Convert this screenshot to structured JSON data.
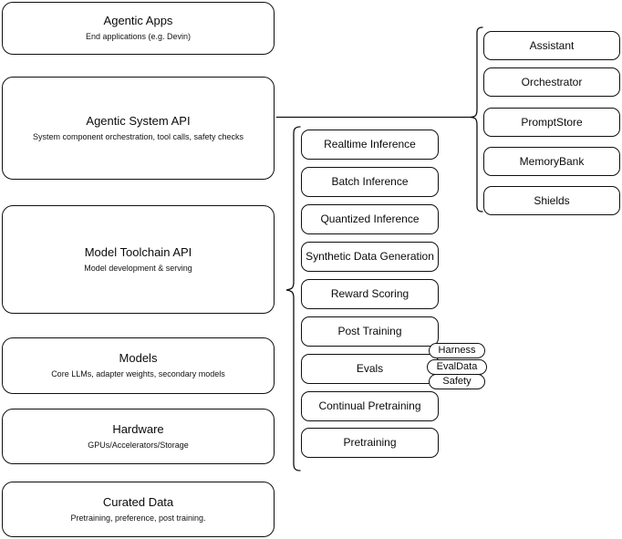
{
  "diagram": {
    "title": "AI stack layered architecture diagram",
    "stroke_color": "#0f0f0f",
    "background_color": "#ffffff"
  },
  "stack_layers": [
    {
      "name": "agentic-apps",
      "title": "Agentic Apps",
      "subtitle": "End applications (e.g. Devin)"
    },
    {
      "name": "agentic-system-api",
      "title": "Agentic System API",
      "subtitle": "System component orchestration, tool calls, safety checks"
    },
    {
      "name": "model-toolchain-api",
      "title": "Model Toolchain API",
      "subtitle": "Model development & serving"
    },
    {
      "name": "models",
      "title": "Models",
      "subtitle": "Core LLMs, adapter weights, secondary models"
    },
    {
      "name": "hardware",
      "title": "Hardware",
      "subtitle": "GPUs/Accelerators/Storage"
    },
    {
      "name": "curated-data",
      "title": "Curated Data",
      "subtitle": "Pretraining, preference, post training."
    }
  ],
  "toolchain_items": [
    {
      "name": "realtime-inference",
      "label": "Realtime Inference"
    },
    {
      "name": "batch-inference",
      "label": "Batch Inference"
    },
    {
      "name": "quantized-inference",
      "label": "Quantized Inference"
    },
    {
      "name": "synthetic-data-generation",
      "label": "Synthetic Data Generation"
    },
    {
      "name": "reward-scoring",
      "label": "Reward Scoring"
    },
    {
      "name": "post-training",
      "label": "Post Training"
    },
    {
      "name": "evals",
      "label": "Evals"
    },
    {
      "name": "continual-pretraining",
      "label": "Continual Pretraining"
    },
    {
      "name": "pretraining",
      "label": "Pretraining"
    }
  ],
  "system_items": [
    {
      "name": "assistant",
      "label": "Assistant"
    },
    {
      "name": "orchestrator",
      "label": "Orchestrator"
    },
    {
      "name": "promptstore",
      "label": "PromptStore"
    },
    {
      "name": "memorybank",
      "label": "MemoryBank"
    },
    {
      "name": "shields",
      "label": "Shields"
    }
  ],
  "eval_tags": [
    {
      "name": "harness",
      "label": "Harness"
    },
    {
      "name": "evaldata",
      "label": "EvalData"
    },
    {
      "name": "safety",
      "label": "Safety"
    }
  ]
}
